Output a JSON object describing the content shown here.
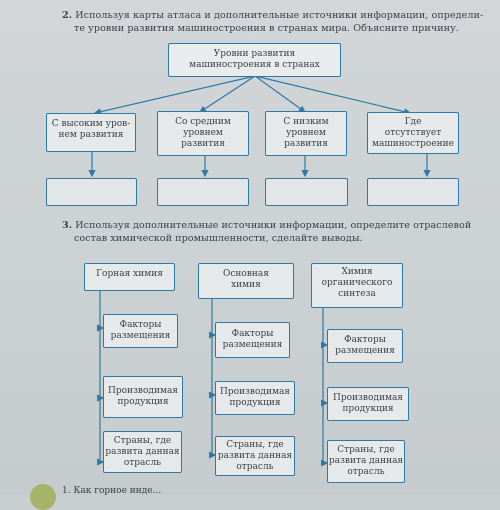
{
  "task2": {
    "number": "2.",
    "text_line1": "Используя карты атласа и дополнительные источники информации, определи-",
    "text_line2": "те уровни развития машиностроения в странах мира. Объясните причину."
  },
  "diagram1": {
    "root": [
      "Уровни развития",
      "машиностроения в странах"
    ],
    "categories": [
      [
        "С высоким уров-",
        "нем развития"
      ],
      [
        "Со средним",
        "уровнем",
        "развития"
      ],
      [
        "С низким",
        "уровнем",
        "развития"
      ],
      [
        "Где",
        "отсутствует",
        "машиностроение"
      ]
    ]
  },
  "task3": {
    "number": "3.",
    "text_line1": "Используя дополнительные источники информации, определите отраслевой",
    "text_line2": "состав химической промышленности, сделайте выводы."
  },
  "diagram2": {
    "columns": [
      {
        "title": [
          "Горная химия"
        ],
        "items": [
          [
            "Факторы",
            "размещения"
          ],
          [
            "Производимая",
            "продукция"
          ],
          [
            "Страны, где",
            "развита данная",
            "отрасль"
          ]
        ]
      },
      {
        "title": [
          "Основная",
          "химия"
        ],
        "items": [
          [
            "Факторы",
            "размещения"
          ],
          [
            "Производимая",
            "продукция"
          ],
          [
            "Страны, где",
            "развита данная",
            "отрасль"
          ]
        ]
      },
      {
        "title": [
          "Химия",
          "органического",
          "синтеза"
        ],
        "items": [
          [
            "Факторы",
            "размещения"
          ],
          [
            "Производимая",
            "продукция"
          ],
          [
            "Страны, где",
            "развита данная",
            "отрасль"
          ]
        ]
      }
    ]
  },
  "footer": {
    "text": "1. Как горное инде..."
  },
  "colors": {
    "line": "#2f79a6",
    "box_fill": "#e6e9ea"
  }
}
